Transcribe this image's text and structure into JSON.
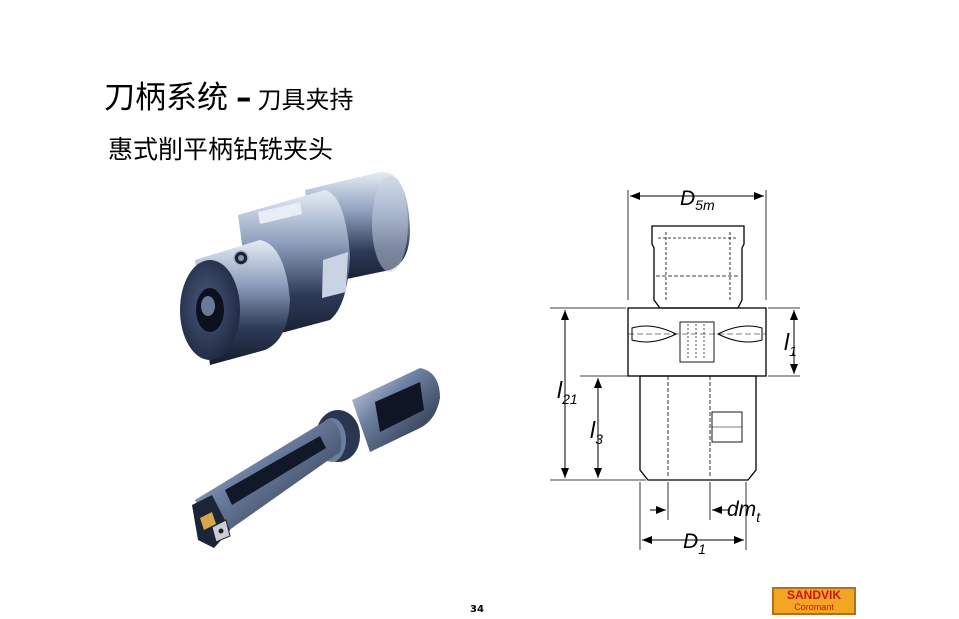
{
  "header": {
    "title_main": "刀柄系统",
    "title_dash": "–",
    "title_sub": "刀具夹持",
    "subtitle": "惠式削平柄钻铣夹头"
  },
  "drawing": {
    "labels": {
      "d5m_main": "D",
      "d5m_sub": "5m",
      "l1_main": "l",
      "l1_sub": "1",
      "l21_main": "l",
      "l21_sub": "21",
      "l3_main": "l",
      "l3_sub": "3",
      "dmt_main": "dm",
      "dmt_sub": "t",
      "d1_main": "D",
      "d1_sub": "1"
    }
  },
  "footer": {
    "page_number": "34",
    "logo_brand": "SANDVIK",
    "logo_sub": "Coromant"
  },
  "colors": {
    "logo_bg": "#f2a623",
    "logo_text": "#c8161d",
    "tool_metal": "#3a4a6a"
  }
}
